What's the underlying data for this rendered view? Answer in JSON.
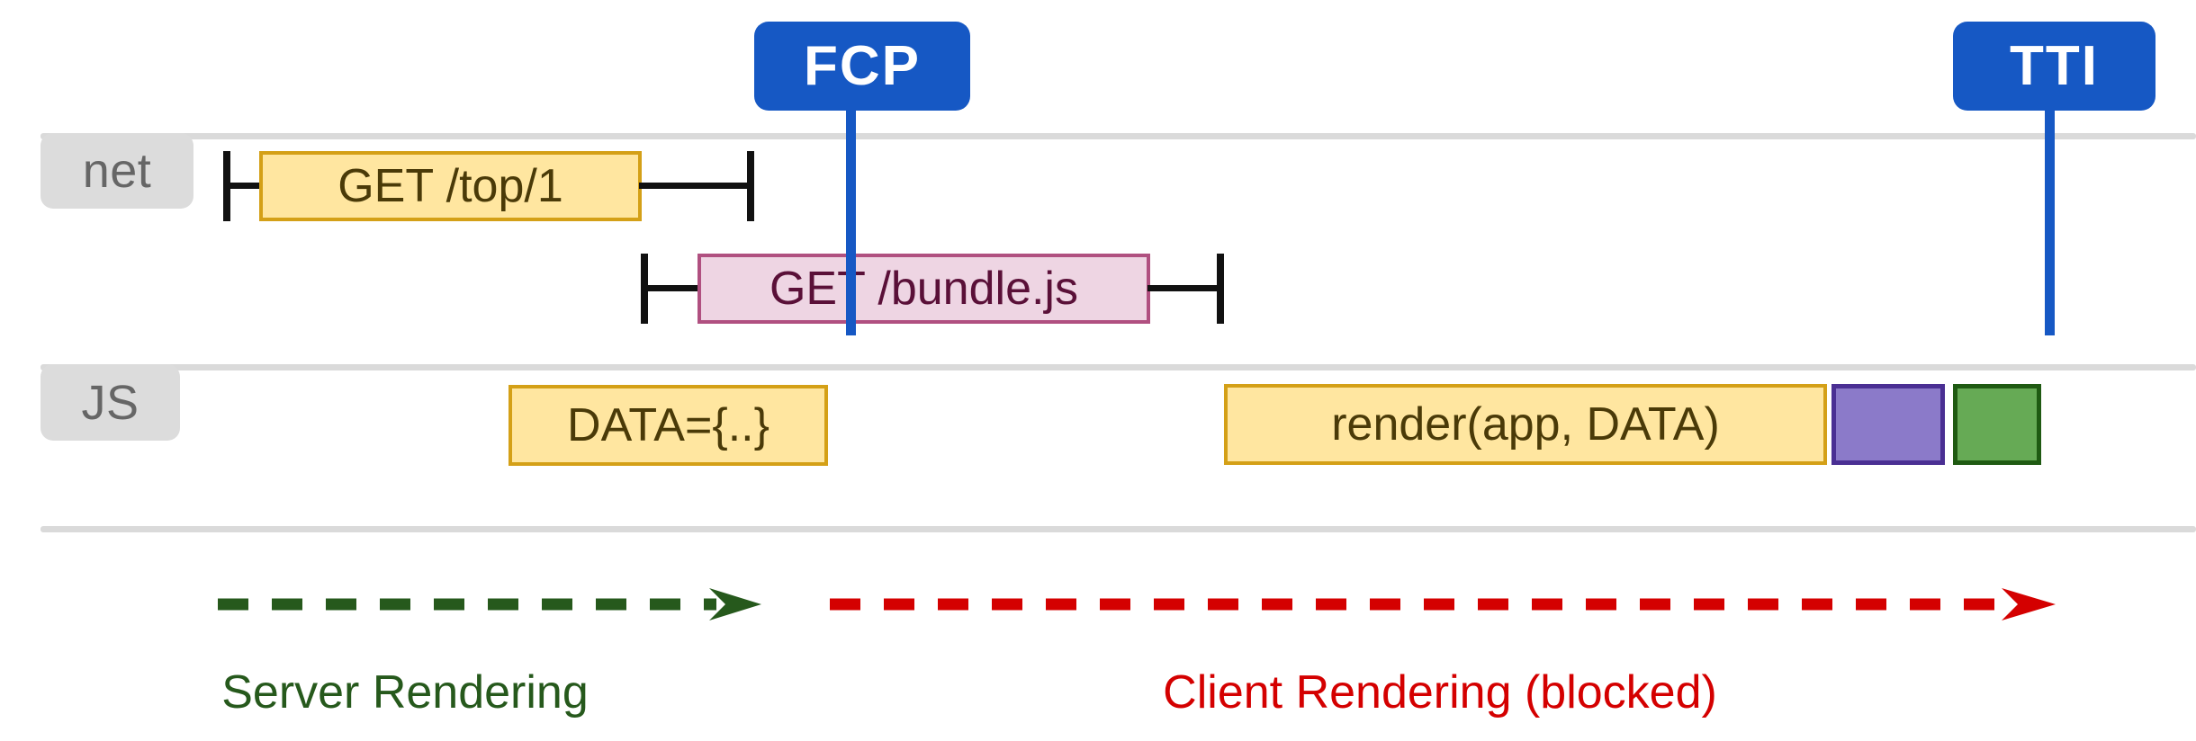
{
  "diagram": {
    "title": "Server rendering vs client rendering timeline",
    "colors": {
      "marker_blue": "#1658c4",
      "lane_rule_grey": "#dadada",
      "lane_chip_grey": "#dcdcdc",
      "lane_chip_text": "#666666",
      "bar_yellow_fill": "#ffe6a0",
      "bar_yellow_border": "#d4a017",
      "bar_pink_fill": "#eed5e3",
      "bar_pink_border": "#b05080",
      "block_purple_fill": "#8b7ac9",
      "block_purple_border": "#4a2f93",
      "block_green_fill": "#66aa55",
      "block_green_border": "#1f5a12",
      "server_phase_green": "#26591c",
      "client_phase_red": "#d40000",
      "whisker_black": "#111111"
    }
  },
  "lanes": [
    {
      "id": "net",
      "label": "net"
    },
    {
      "id": "js",
      "label": "JS"
    }
  ],
  "markers": [
    {
      "id": "fcp",
      "label": "FCP"
    },
    {
      "id": "tti",
      "label": "TTI"
    }
  ],
  "tasks": {
    "net": [
      {
        "id": "get-top",
        "label": "GET /top/1",
        "style": "yellow"
      },
      {
        "id": "get-bundle",
        "label": "GET /bundle.js",
        "style": "pink"
      }
    ],
    "js": [
      {
        "id": "data-assign",
        "label": "DATA={..}",
        "style": "yellow"
      },
      {
        "id": "render-call",
        "label": "render(app, DATA)",
        "style": "yellow"
      },
      {
        "id": "block-purple",
        "label": "",
        "style": "purple"
      },
      {
        "id": "block-green",
        "label": "",
        "style": "green"
      }
    ]
  },
  "phases": [
    {
      "id": "server-rendering",
      "label": "Server Rendering",
      "color": "#26591c"
    },
    {
      "id": "client-rendering",
      "label": "Client Rendering (blocked)",
      "color": "#d40000"
    }
  ]
}
